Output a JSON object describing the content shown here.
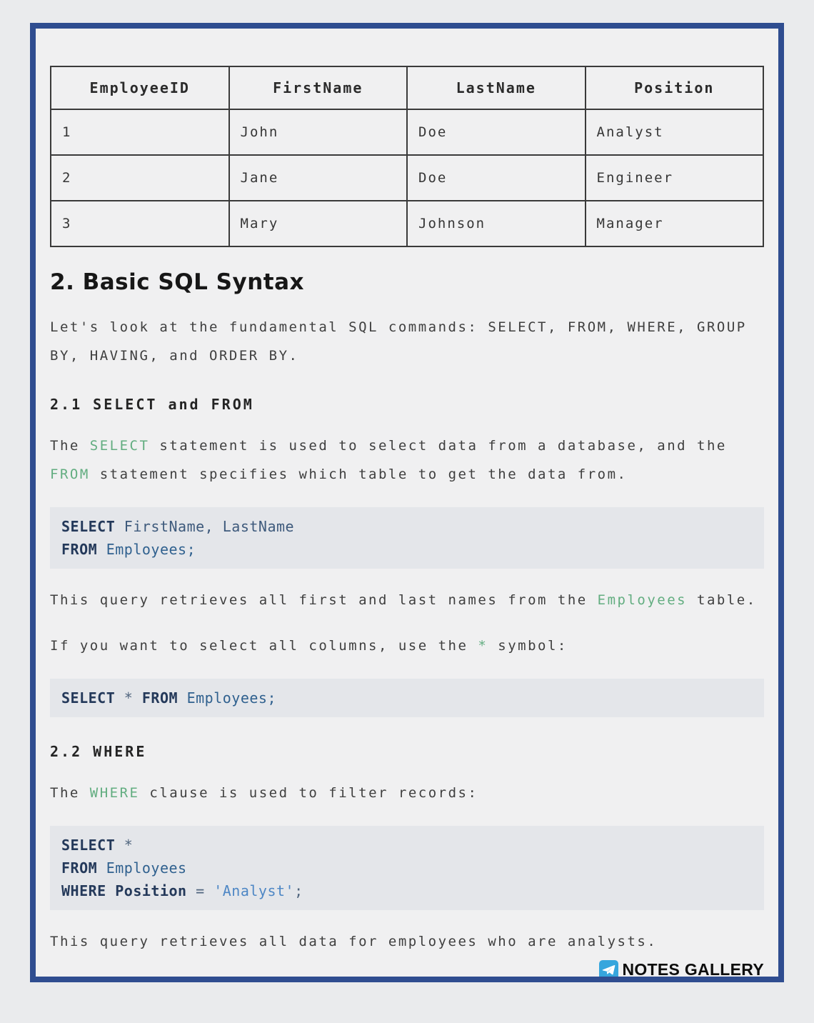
{
  "table": {
    "headers": [
      "EmployeeID",
      "FirstName",
      "LastName",
      "Position"
    ],
    "rows": [
      [
        "1",
        "John",
        "Doe",
        "Analyst"
      ],
      [
        "2",
        "Jane",
        "Doe",
        "Engineer"
      ],
      [
        "3",
        "Mary",
        "Johnson",
        "Manager"
      ]
    ]
  },
  "document": {
    "title": "2. Basic SQL Syntax",
    "intro": "Let's look at the fundamental SQL commands: SELECT, FROM, WHERE, GROUP BY, HAVING, and ORDER BY.",
    "subsection_select_from": "2.1 SELECT and FROM",
    "para_select_from": [
      {
        "t": "The ",
        "s": "p"
      },
      {
        "t": "SELECT",
        "s": "kw"
      },
      {
        "t": " statement is used to select data from a database, and the ",
        "s": "p"
      },
      {
        "t": "FROM",
        "s": "kw"
      },
      {
        "t": " statement specifies which table to get the data from.",
        "s": "p"
      }
    ],
    "code_select_columns": [
      {
        "t": "SELECT",
        "s": "ckw"
      },
      {
        "t": " FirstName, LastName\n",
        "s": "cid"
      },
      {
        "t": "FROM",
        "s": "ckw"
      },
      {
        "t": " Employees;",
        "s": "cbl"
      }
    ],
    "para_retrieves": [
      {
        "t": "This query retrieves all first and last names from the ",
        "s": "p"
      },
      {
        "t": "Employees",
        "s": "kw"
      },
      {
        "t": " table.",
        "s": "p"
      }
    ],
    "para_all_columns": [
      {
        "t": "If you want to select all columns, use the ",
        "s": "p"
      },
      {
        "t": "*",
        "s": "kw"
      },
      {
        "t": " symbol:",
        "s": "p"
      }
    ],
    "code_select_all": [
      {
        "t": "SELECT",
        "s": "ckw"
      },
      {
        "t": " * ",
        "s": "cop"
      },
      {
        "t": "FROM",
        "s": "ckw"
      },
      {
        "t": " Employees;",
        "s": "cbl"
      }
    ],
    "subsection_where": "2.2 WHERE",
    "para_where": [
      {
        "t": "The ",
        "s": "p"
      },
      {
        "t": "WHERE",
        "s": "kw"
      },
      {
        "t": " clause is used to filter records:",
        "s": "p"
      }
    ],
    "code_where": [
      {
        "t": "SELECT",
        "s": "ckw"
      },
      {
        "t": " *\n",
        "s": "cop"
      },
      {
        "t": "FROM",
        "s": "ckw"
      },
      {
        "t": " Employees\n",
        "s": "cbl"
      },
      {
        "t": "WHERE Position",
        "s": "ckw"
      },
      {
        "t": " = ",
        "s": "cop"
      },
      {
        "t": "'Analyst'",
        "s": "cst"
      },
      {
        "t": ";",
        "s": "cop"
      }
    ],
    "para_analysts": "This query retrieves all data for employees who are analysts."
  },
  "footer": {
    "brand": "NOTES GALLERY",
    "icon": "telegram-icon"
  },
  "colors": {
    "border_blue": "#2f4d90",
    "page_bg": "#eaebed",
    "sheet_bg": "#f0f0f1",
    "code_block_bg": "#e4e6ea",
    "keyword_green": "#62ad80",
    "code_keyword_navy": "#24395a",
    "code_identifier": "#3e5a7c",
    "code_table_blue": "#30618f",
    "code_string_blue": "#4e87c5",
    "telegram_blue": "#36a6dd"
  }
}
